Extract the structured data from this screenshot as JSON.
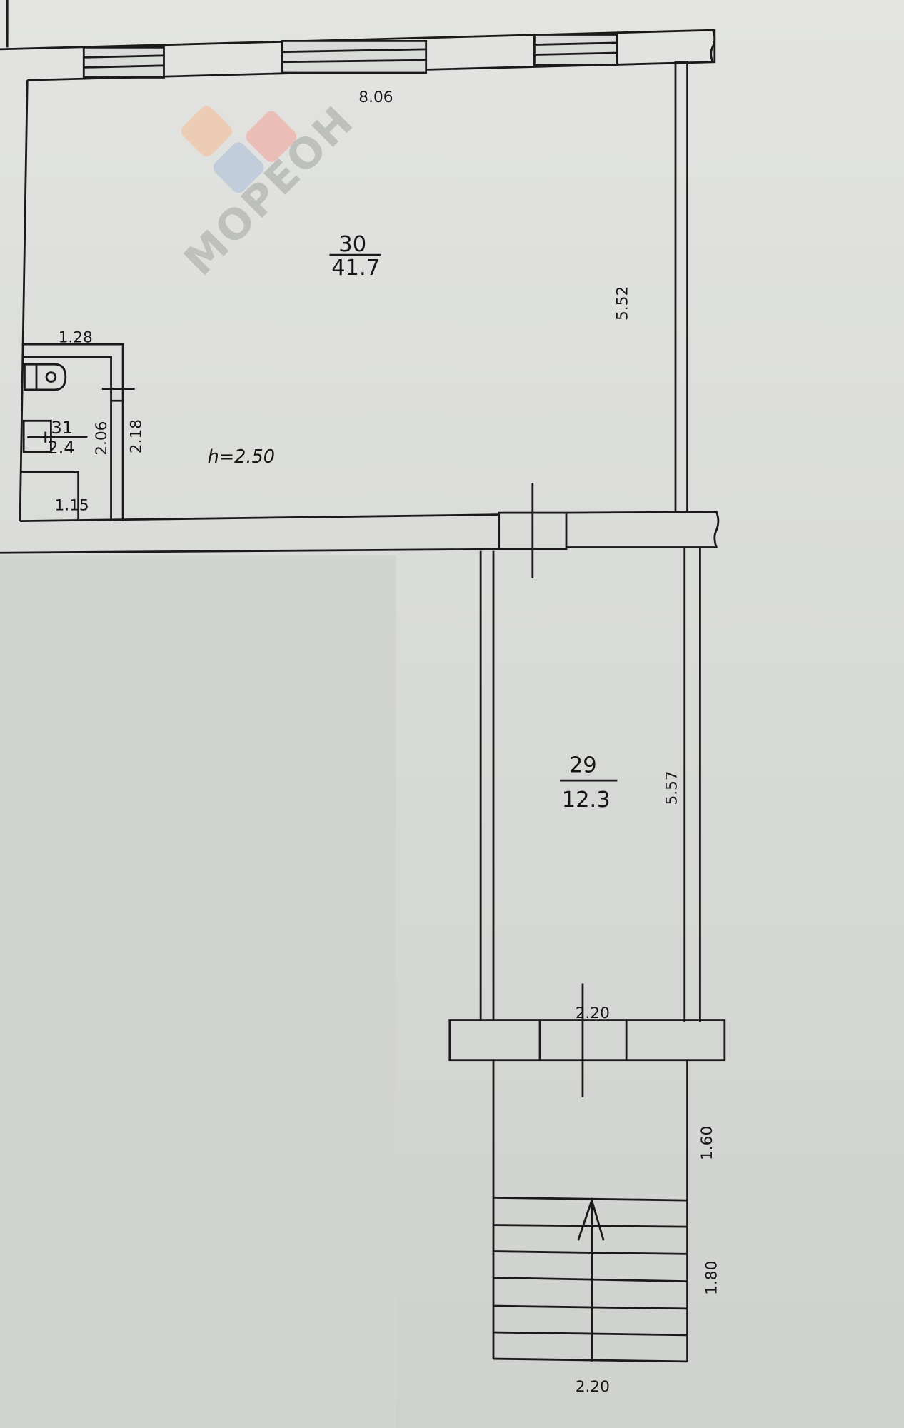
{
  "watermark": {
    "text": "МОРЕОН",
    "colors": [
      "#f0c9ae",
      "#ecb7b0",
      "#bccadb"
    ]
  },
  "rooms": [
    {
      "number": "30",
      "area": "41.7"
    },
    {
      "number": "29",
      "area": "12.3"
    },
    {
      "number": "31",
      "area": "2.4"
    }
  ],
  "dimensions": {
    "top_width": "8.06",
    "room30_height": "5.52",
    "ceiling_height": "h=2.50",
    "bath_width_top": "1.28",
    "bath_inner_height": "2.06",
    "bath_outer_height": "2.18",
    "bath_width_bottom": "1.15",
    "corridor_length": "5.57",
    "corridor_width": "2.20",
    "landing_length": "1.60",
    "stair_length": "1.80",
    "stair_width": "2.20"
  },
  "colors": {
    "background": "#d5d7d4",
    "lines": "#1a1a1a"
  }
}
